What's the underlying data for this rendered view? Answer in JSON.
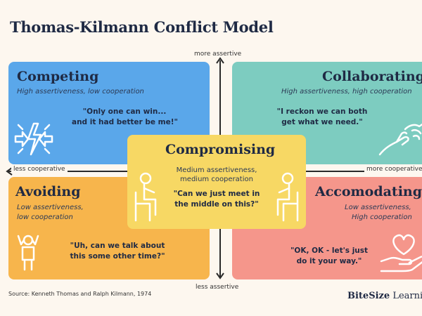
{
  "title": "Thomas-Kilmann Conflict Model",
  "axes": {
    "top": "more assertive",
    "bottom": "less assertive",
    "left": "less cooperative",
    "right": "more cooperative"
  },
  "quadrants": {
    "competing": {
      "title": "Competing",
      "subtitle": "High assertiveness, low cooperation",
      "quote_line1": "\"Only one can win...",
      "quote_line2": "and it had better be me!\""
    },
    "collaborating": {
      "title": "Collaborating",
      "subtitle": "High assertiveness, high cooperation",
      "quote_line1": "\"I reckon we can both",
      "quote_line2": "get what we need.\""
    },
    "compromising": {
      "title": "Compromising",
      "subtitle_line1": "Medium assertiveness,",
      "subtitle_line2": "medium cooperation",
      "quote_line1": "\"Can we just meet in",
      "quote_line2": "the middle on this?\""
    },
    "avoiding": {
      "title": "Avoiding",
      "subtitle_line1": "Low assertiveness,",
      "subtitle_line2": "low cooperation",
      "quote_line1": "\"Uh, can we talk about",
      "quote_line2": "this some other time?\""
    },
    "accomodating": {
      "title": "Accomodating",
      "subtitle_line1": "Low assertiveness,",
      "subtitle_line2": "High cooperation",
      "quote_line1": "\"OK, OK - let's just",
      "quote_line2": "do it your way.\""
    }
  },
  "source": "Source: Kenneth Thomas and Ralph Kilmann, 1974",
  "logo": {
    "bold": "BiteSize",
    "regular": " Learning"
  },
  "colors": {
    "competing": "#5aa7ea",
    "collaborating": "#7dccc0",
    "compromising": "#f7d864",
    "avoiding": "#f7b54c",
    "accomodating": "#f5968b"
  }
}
